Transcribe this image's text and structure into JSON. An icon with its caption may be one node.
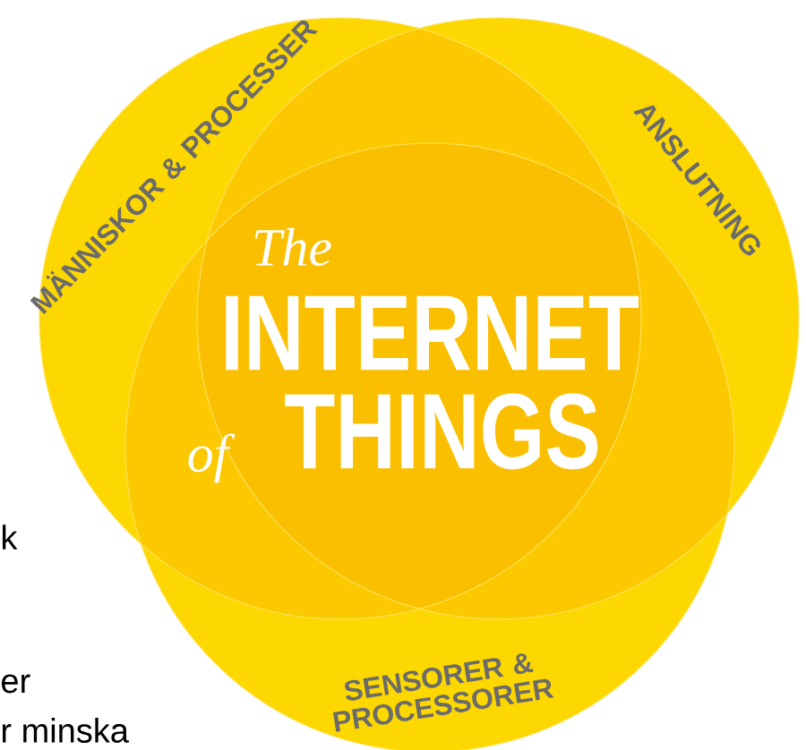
{
  "diagram": {
    "nodes": [
      {
        "text": [
          "MÄNNISKOR & PROCESSER"
        ]
      },
      {
        "text": [
          "ANSLUTNING"
        ]
      },
      {
        "text": [
          "SENSORER & PROCESSORER"
        ]
      }
    ],
    "labels": [
      "The",
      "INTERNET",
      "of",
      "THINGS",
      "k",
      "er",
      "r minska"
    ]
  }
}
